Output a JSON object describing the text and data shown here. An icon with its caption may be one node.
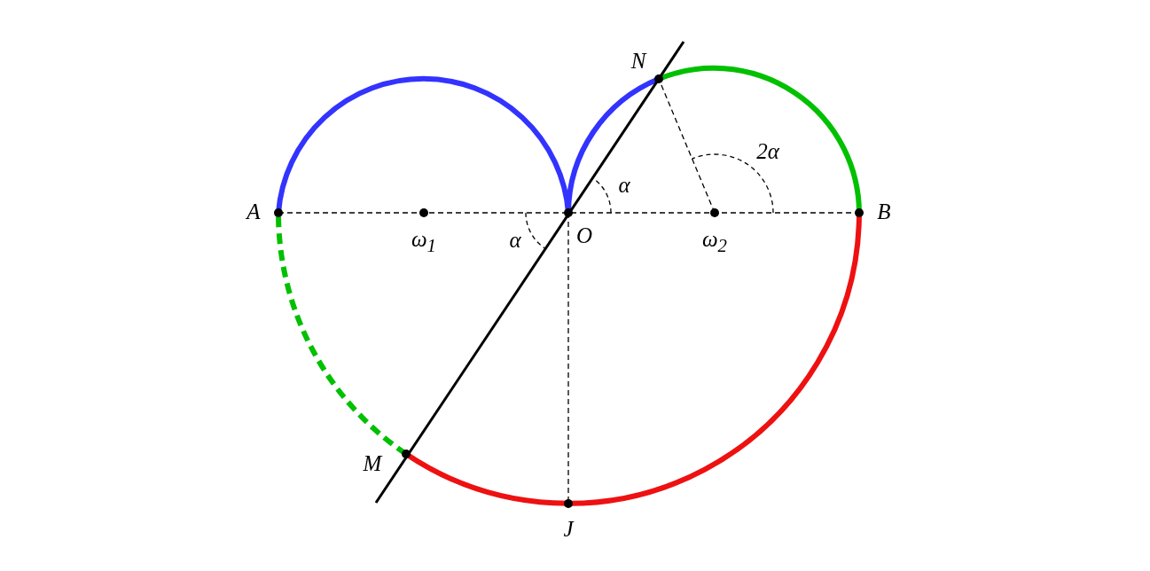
{
  "diagram": {
    "labels": [
      "N",
      "2α",
      "α",
      "A",
      "B",
      "ω$_{1}$",
      "α",
      "O",
      "ω$_{2}$",
      "M",
      "J"
    ]
  }
}
